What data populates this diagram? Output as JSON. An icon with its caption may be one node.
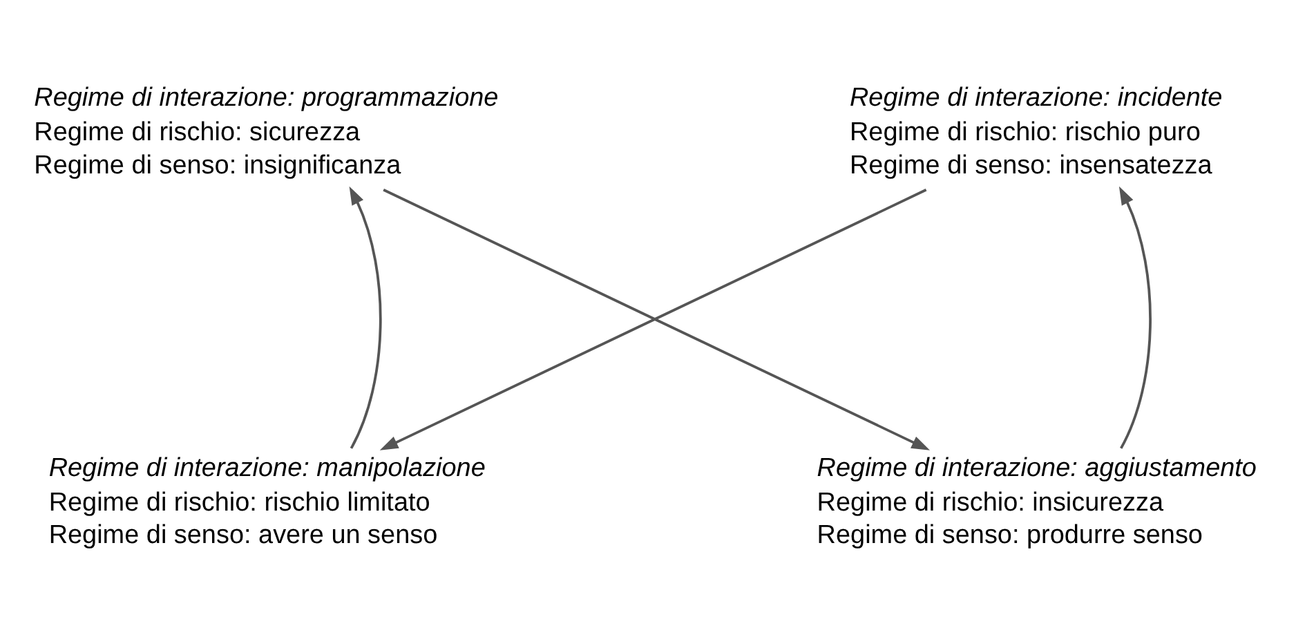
{
  "diagram": {
    "nodes": [
      {
        "text": [
          "Regime di interazione: programmazione",
          "Regime di rischio: sicurezza",
          "Regime di senso: insignificanza"
        ]
      },
      {
        "text": [
          "Regime di interazione: incidente",
          "Regime di rischio: rischio puro",
          "Regime di senso: insensatezza"
        ]
      },
      {
        "text": [
          "Regime di interazione: manipolazione",
          "Regime di rischio: rischio limitato",
          "Regime di senso: avere un senso"
        ]
      },
      {
        "text": [
          "Regime di interazione: aggiustamento",
          "Regime di rischio: insicurezza",
          "Regime di senso: produrre senso"
        ]
      }
    ],
    "edges": [
      {
        "from": 2,
        "to": 0,
        "arrow": "to"
      },
      {
        "from": 0,
        "to": 3,
        "arrow": "to"
      },
      {
        "from": 1,
        "to": 2,
        "arrow": "to"
      },
      {
        "from": 3,
        "to": 1,
        "arrow": "to"
      }
    ]
  }
}
